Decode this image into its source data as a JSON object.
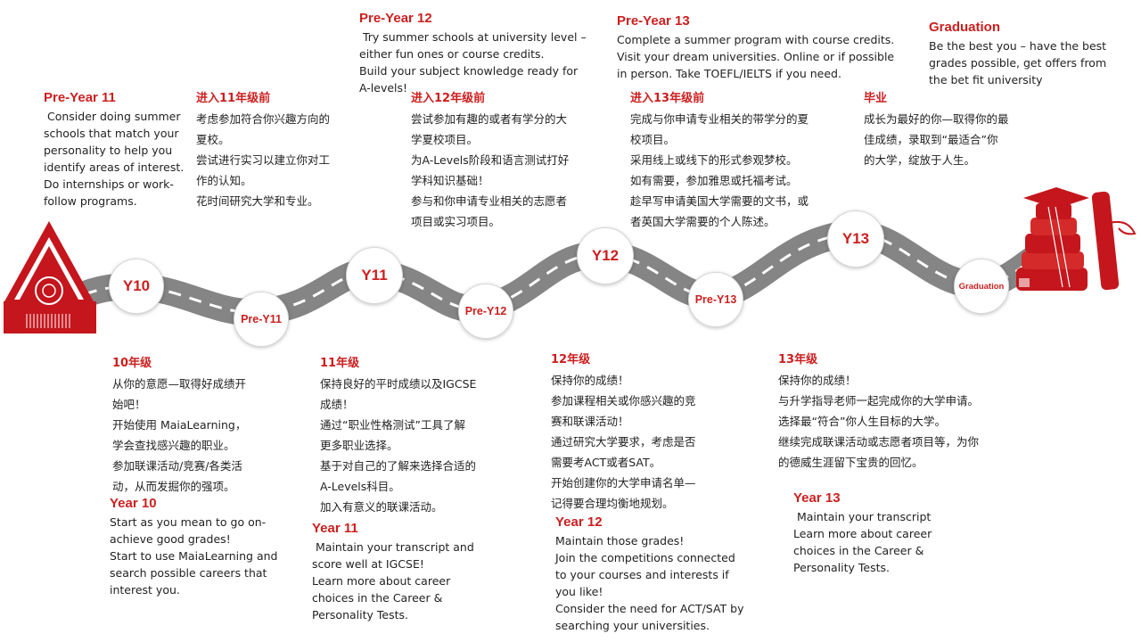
{
  "milestones": {
    "y10": "Y10",
    "pre_y11": "Pre-Y11",
    "y11": "Y11",
    "pre_y12": "Pre-Y12",
    "y12": "Y12",
    "pre_y13": "Pre-Y13",
    "y13": "Y13",
    "graduation": "Graduation"
  },
  "pre_year_11": {
    "en_title": "Pre-Year 11",
    "en_lines": [
      " Consider doing summer",
      "schools that match your",
      "personality to help you",
      "identify areas of interest.",
      "Do internships or work-",
      "follow programs."
    ],
    "cn_title": "进入11年级前",
    "cn_lines": [
      "考虑参加符合你兴趣方向的",
      "夏校。",
      "尝试进行实习以建立你对工",
      "作的认知。",
      "花时间研究大学和专业。"
    ]
  },
  "pre_year_12": {
    "en_title": "Pre-Year 12",
    "en_lines": [
      " Try summer schools at university level –",
      "either fun ones or course credits.",
      "Build your subject knowledge ready for",
      "A-levels!"
    ],
    "cn_title": "进入12年级前",
    "cn_lines": [
      "尝试参加有趣的或者有学分的大",
      "学夏校项目。",
      "为A-Levels阶段和语言测试打好",
      "学科知识基础！",
      "参与和你申请专业相关的志愿者",
      "项目或实习项目。"
    ]
  },
  "pre_year_13": {
    "en_title": "Pre-Year 13",
    "en_lines": [
      "Complete a summer program with course credits.",
      "Visit your dream universities. Online or if possible",
      "in person. Take TOEFL/IELTS if you need."
    ],
    "cn_title": "进入13年级前",
    "cn_lines": [
      "完成与你申请专业相关的带学分的夏",
      "校项目。",
      "采用线上或线下的形式参观梦校。",
      "如有需要，参加雅思或托福考试。",
      "趁早写申请美国大学需要的文书，或",
      "者英国大学需要的个人陈述。"
    ]
  },
  "graduation_block": {
    "en_title": "Graduation",
    "en_lines": [
      "Be the best you – have the best",
      "grades possible, get offers from",
      "the bet fit university"
    ],
    "cn_title": "毕业",
    "cn_lines": [
      "成长为最好的你—取得你的最",
      "佳成绩，录取到“最适合”你",
      "的大学，绽放于人生。"
    ]
  },
  "year_10": {
    "cn_title": "10年级",
    "cn_lines": [
      "从你的意愿—取得好成绩开",
      "始吧！",
      "开始使用 MaiaLearning，",
      "学会查找感兴趣的职业。",
      "参加联课活动/竞赛/各类活",
      "动，从而发掘你的强项。"
    ],
    "en_title": "Year 10",
    "en_lines": [
      "Start as you mean to go on-",
      "achieve good grades!",
      "Start to use MaiaLearning and",
      "search possible careers that",
      "interest you."
    ]
  },
  "year_11": {
    "cn_title": "11年级",
    "cn_lines": [
      "保持良好的平时成绩以及IGCSE",
      "成绩！",
      "通过“职业性格测试”工具了解",
      "更多职业选择。",
      "基于对自己的了解来选择合适的",
      "A-Levels科目。",
      "加入有意义的联课活动。"
    ],
    "en_title": "Year 11",
    "en_lines": [
      " Maintain your transcript and",
      "score well at IGCSE!",
      "Learn more about career",
      "choices in the Career &",
      "Personality Tests."
    ]
  },
  "year_12": {
    "cn_title": "12年级",
    "cn_lines": [
      "保持你的成绩！",
      "参加课程相关或你感兴趣的竞",
      "赛和联课活动！",
      "通过研究大学要求，考虑是否",
      "需要考ACT或者SAT。",
      "开始创建你的大学申请名单—",
      "记得要合理均衡地规划。"
    ],
    "en_title": "Year 12",
    "en_lines": [
      "Maintain those grades!",
      "Join the competitions connected",
      "to your courses and interests if",
      "you like!",
      "Consider the need for ACT/SAT by",
      "searching your universities."
    ]
  },
  "year_13": {
    "cn_title": "13年级",
    "cn_lines": [
      "保持你的成绩！",
      "与升学指导老师一起完成你的大学申请。",
      "选择最“符合”你人生目标的大学。",
      "继续完成联课活动或志愿者项目等，为你",
      "的德威生涯留下宝贵的回忆。"
    ],
    "en_title": "Year 13",
    "en_lines": [
      " Maintain your transcript",
      "Learn more about career",
      "choices in the Career &",
      "Personality Tests."
    ]
  },
  "colors": {
    "accent": "#cc1f1f",
    "road": "#8a8a8a"
  },
  "icons": {
    "start": "school-building-icon",
    "end": "graduation-stack-icon"
  }
}
